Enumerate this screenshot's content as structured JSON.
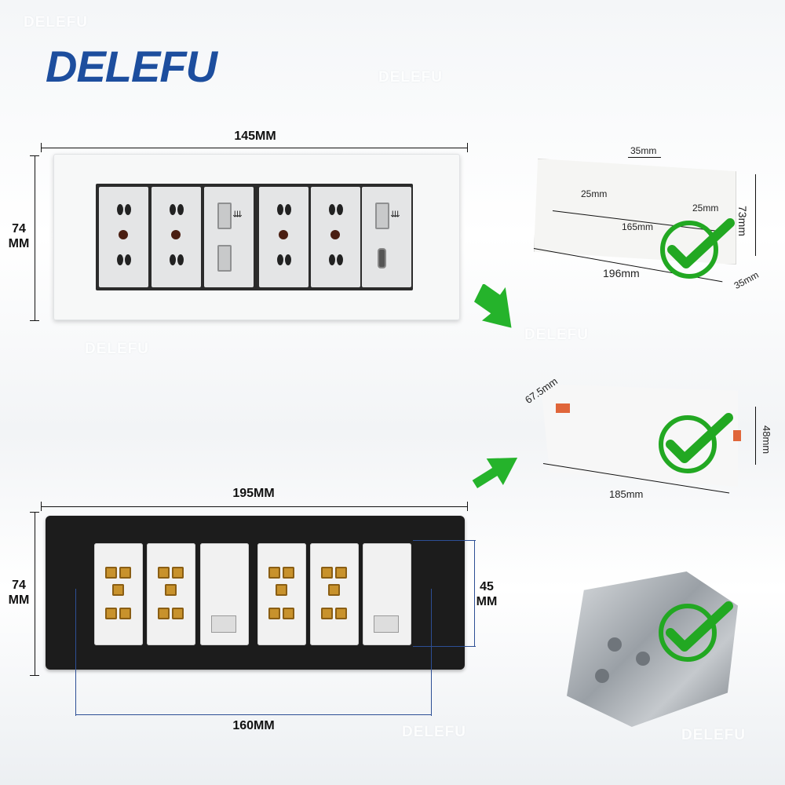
{
  "brand": {
    "logo": "DELEFU",
    "watermark": "DELEFU",
    "colors": {
      "brand_blue": "#1d4e9e",
      "check_green": "#22a822",
      "arrow_green": "#25b32b",
      "dim_blue": "#2d4f95"
    }
  },
  "front_panel": {
    "width_label": "145MM",
    "height_label_top": "74",
    "height_label_bottom": "MM",
    "usb_label": "USB"
  },
  "back_panel": {
    "width_label": "195MM",
    "height_label_top": "74",
    "height_label_bottom": "MM",
    "module_height_top": "45",
    "module_height_bottom": "MM",
    "mount_spacing_label": "160MM"
  },
  "box_surface": {
    "top_depth": "35mm",
    "left_gap": "25mm",
    "right_gap": "25mm",
    "inner_span": "165mm",
    "length": "196mm",
    "height": "73mm",
    "depth": "35mm"
  },
  "box_flush": {
    "depth": "67.5mm",
    "height": "48mm",
    "length": "185mm"
  },
  "icons": [
    "check-icon",
    "arrow-icon"
  ]
}
